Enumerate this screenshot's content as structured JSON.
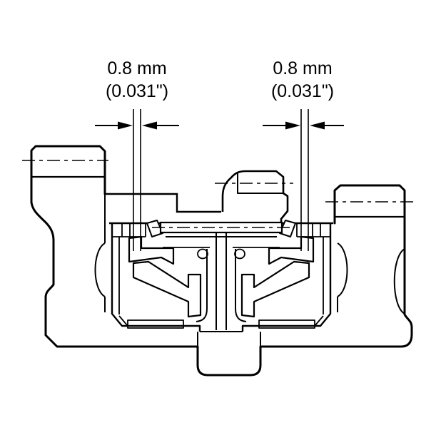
{
  "figure": {
    "type": "technical-cross-section",
    "background_color": "#ffffff",
    "line_color": "#000000",
    "callouts": {
      "left": {
        "line1": "0.8 mm",
        "line2": "(0.031\")"
      },
      "right": {
        "line1": "0.8 mm",
        "line2": "(0.031\")"
      }
    }
  }
}
